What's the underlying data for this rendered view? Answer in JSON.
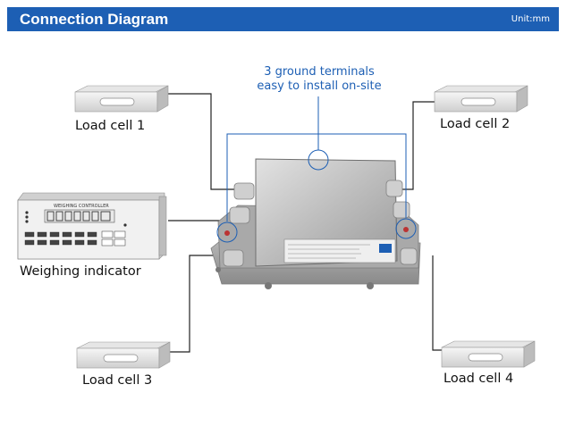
{
  "header": {
    "title": "Connection Diagram",
    "unit": "Unit:mm"
  },
  "annotation": {
    "line1": "3 ground terminals",
    "line2": "easy to install on-site"
  },
  "labels": {
    "load_cell_1": "Load cell 1",
    "load_cell_2": "Load cell 2",
    "load_cell_3": "Load cell 3",
    "load_cell_4": "Load cell 4",
    "indicator": "Weighing indicator"
  },
  "indicator_panel": {
    "brand": "WEIGHING CONTROLLER"
  },
  "colors": {
    "accent": "#1d5fb4",
    "connector": "#1d5fb4",
    "wire": "#222222"
  }
}
